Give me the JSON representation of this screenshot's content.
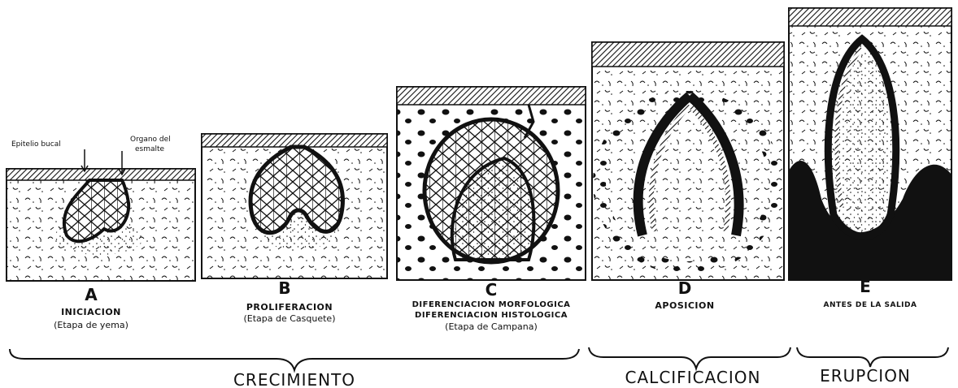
{
  "labels": {
    "epitelio_bucal": "Epitelio bucal",
    "organo_line1": "Organo del",
    "organo_line2": "esmalte"
  },
  "stages": [
    {
      "letter": "A",
      "title": "INICIACION",
      "subtitle": "(Etapa de yema)"
    },
    {
      "letter": "B",
      "title": "PROLIFERACION",
      "subtitle": "(Etapa de Casquete)"
    },
    {
      "letter": "C",
      "title_line1": "DIFERENCIACION  MORFOLOGICA",
      "title_line2": "DIFERENCIACION  HISTOLOGICA",
      "subtitle": "(Etapa de Campana)"
    },
    {
      "letter": "D",
      "title": "APOSICION"
    },
    {
      "letter": "E",
      "title": "ANTES  DE  LA SALIDA"
    }
  ],
  "phases": [
    {
      "label": "CRECIMIENTO"
    },
    {
      "label": "CALCIFICACION"
    },
    {
      "label": "ERUPCION"
    }
  ],
  "colors": {
    "ink": "#111111",
    "paper": "#ffffff"
  }
}
